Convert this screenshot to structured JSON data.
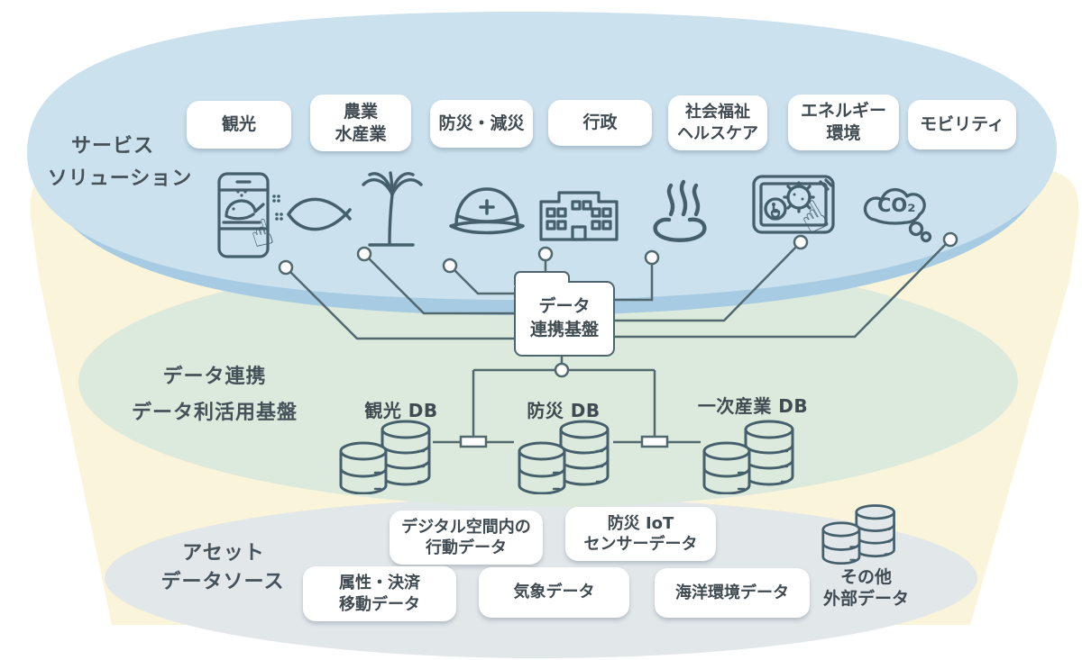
{
  "colors": {
    "layer-blue": "#cbe1ee",
    "layer-blue-shade": "#a7cbe2",
    "layer-green": "#dceadd",
    "layer-gray": "#e2e7ea",
    "funnel-cream": "#faf4da",
    "line": "#52686f",
    "icon-stroke": "#45606c",
    "ink": "#3f4a51"
  },
  "diagram": {
    "layer_services": {
      "label_line1": "サービス",
      "label_line2": "ソリューション",
      "categories": [
        {
          "lines": [
            "観光"
          ]
        },
        {
          "lines": [
            "農業",
            "水産業"
          ]
        },
        {
          "lines": [
            "防災・減災"
          ]
        },
        {
          "lines": [
            "行政"
          ]
        },
        {
          "lines": [
            "社会福祉",
            "ヘルスケア"
          ]
        },
        {
          "lines": [
            "エネルギー",
            "環境"
          ]
        },
        {
          "lines": [
            "モビリティ"
          ]
        }
      ],
      "icon_names": [
        "smartphone-tourism-icon",
        "fish-icon",
        "palm-tree-icon",
        "safety-helmet-icon",
        "government-building-icon",
        "hot-spring-icon",
        "welfare-touch-panel-icon",
        "co2-cloud-icon"
      ],
      "co2_label": "CO₂",
      "touch_hand_glyph": "☝"
    },
    "layer_platform": {
      "label_line1": "データ連携",
      "label_line2": "データ利活用基盤",
      "hub": {
        "line1": "データ",
        "line2": "連携基盤"
      },
      "databases": [
        {
          "name": "観光 DB"
        },
        {
          "name": "防災 DB"
        },
        {
          "name": "一次産業 DB"
        }
      ]
    },
    "layer_assets": {
      "label_line1": "アセット",
      "label_line2": "データソース",
      "sources": [
        {
          "lines": [
            "デジタル空間内の",
            "行動データ"
          ]
        },
        {
          "lines": [
            "防災 IoT",
            "センサーデータ"
          ]
        },
        {
          "lines": [
            "属性・決済",
            "移動データ"
          ]
        },
        {
          "lines": [
            "気象データ"
          ]
        },
        {
          "lines": [
            "海洋環境データ"
          ]
        }
      ],
      "other_source": {
        "line1": "その他",
        "line2": "外部データ"
      }
    }
  }
}
